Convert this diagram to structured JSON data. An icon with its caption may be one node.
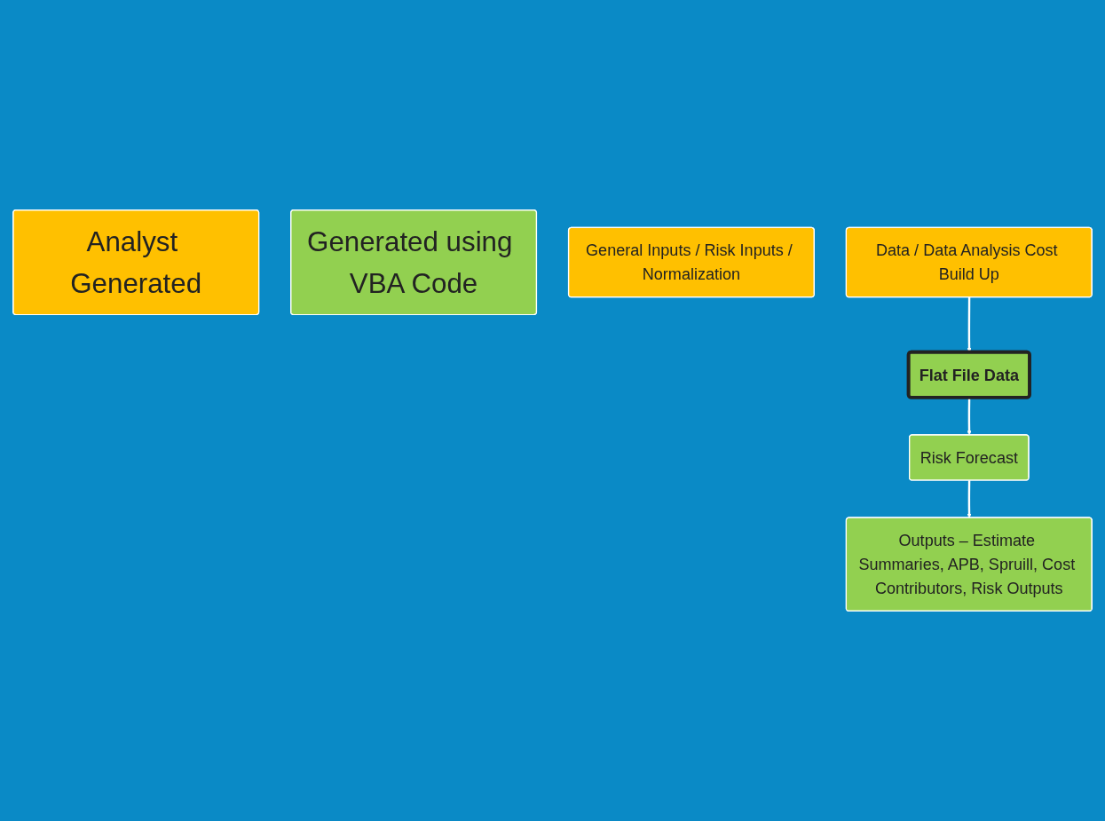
{
  "diagram": {
    "nodes": [
      {
        "text": [
          "Analyst Generated"
        ]
      },
      {
        "text": [
          "Generated using VBA Code"
        ]
      },
      {
        "text": [
          "General Inputs / Risk Inputs / Normalization"
        ]
      },
      {
        "text": [
          "Data / Data Analysis Cost Build Up"
        ]
      },
      {
        "text": [
          "Flat File Data"
        ]
      },
      {
        "text": [
          "Risk Forecast"
        ]
      },
      {
        "text": [
          "Outputs – Estimate Summaries, APB, Spruill, Cost Contributors, Risk Outputs"
        ]
      }
    ],
    "edges": [
      {
        "from": 3,
        "to": 4,
        "arrow": "to"
      },
      {
        "from": 4,
        "to": 5,
        "arrow": "to"
      },
      {
        "from": 5,
        "to": 6,
        "arrow": "to"
      }
    ]
  }
}
